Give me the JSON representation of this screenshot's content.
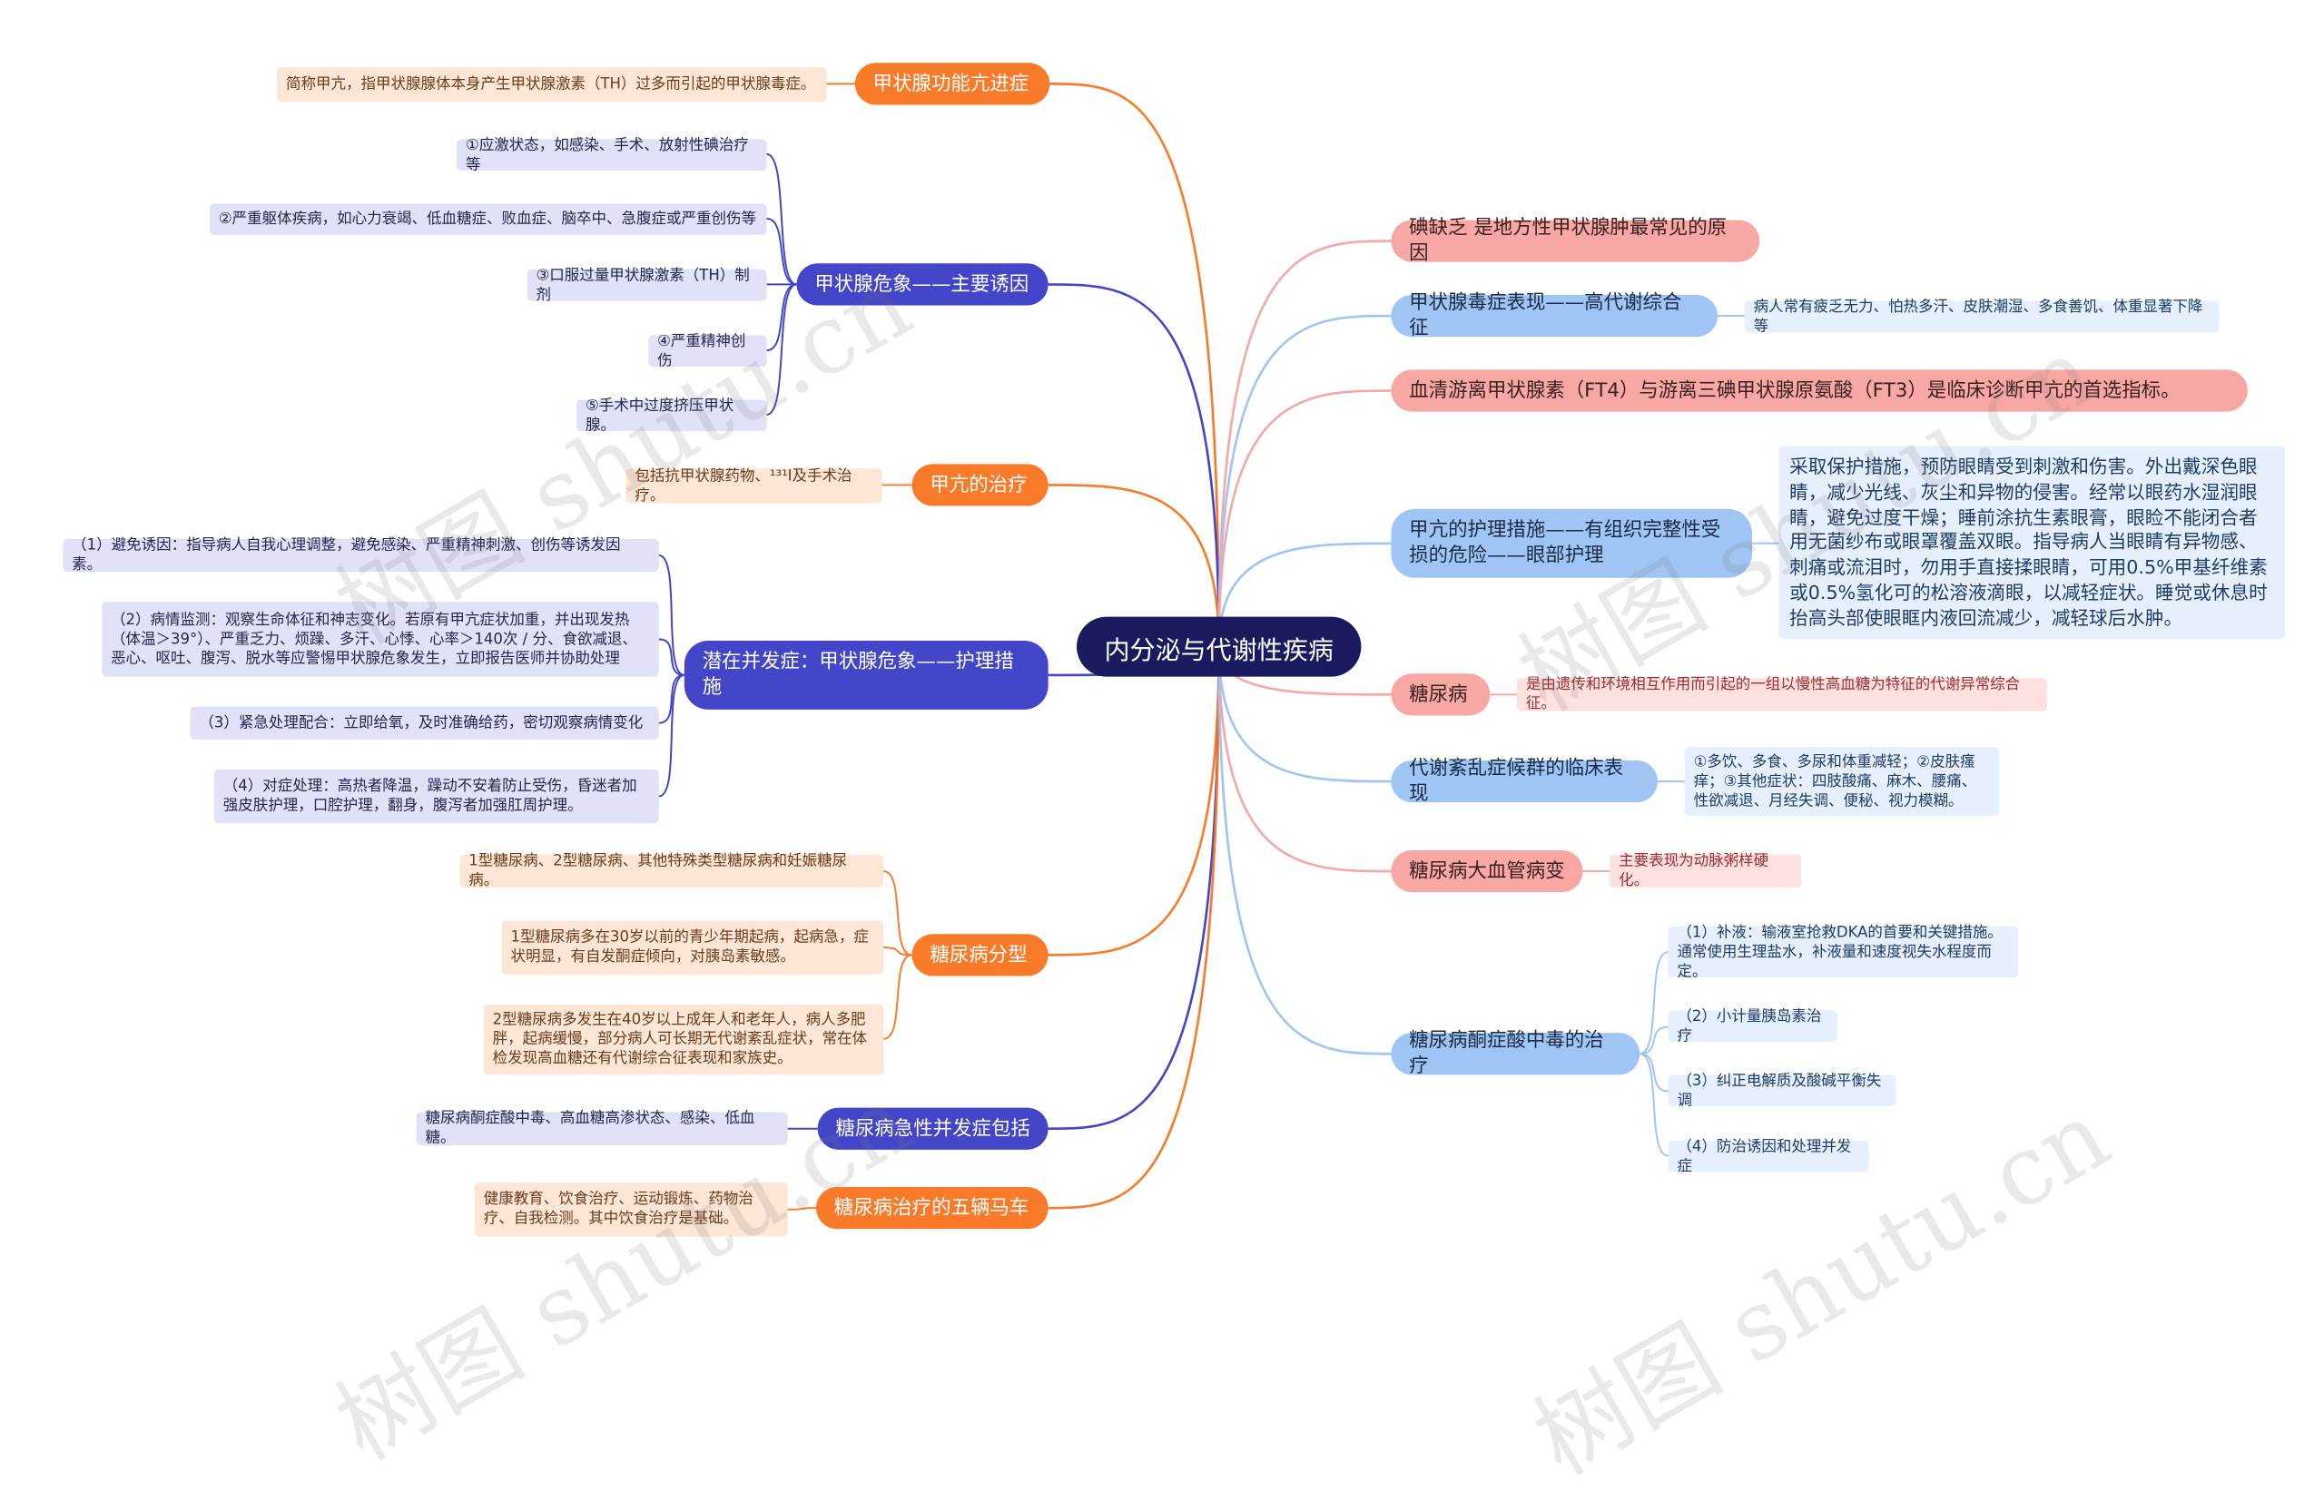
{
  "root": "内分泌与代谢性疾病",
  "left": {
    "hyper": {
      "title": "甲状腺功能亢进症",
      "details": [
        "简称甲亢，指甲状腺腺体本身产生甲状腺激素（TH）过多而引起的甲状腺毒症。"
      ]
    },
    "crisis_cause": {
      "title": "甲状腺危象——主要诱因",
      "details": [
        "①应激状态，如感染、手术、放射性碘治疗等",
        "②严重躯体疾病，如心力衰竭、低血糖症、败血症、脑卒中、急腹症或严重创伤等",
        "③口服过量甲状腺激素（TH）制剂",
        "④严重精神创伤",
        "⑤手术中过度挤压甲状腺。"
      ]
    },
    "treatment": {
      "title": "甲亢的治疗",
      "details": [
        "包括抗甲状腺药物、¹³¹I及手术治疗。"
      ]
    },
    "complication": {
      "title": "潜在并发症：甲状腺危象——护理措施",
      "details": [
        "（1）避免诱因：指导病人自我心理调整，避免感染、严重精神刺激、创伤等诱发因素。",
        "（2）病情监测：观察生命体征和神志变化。若原有甲亢症状加重，并出现发热（体温＞39°）、严重乏力、烦躁、多汗、心悸、心率＞140次 / 分、食欲减退、恶心、呕吐、腹泻、脱水等应警惕甲状腺危象发生，立即报告医师并协助处理",
        "（3）紧急处理配合：立即给氧，及时准确给药，密切观察病情变化",
        "（4）对症处理：高热者降温，躁动不安着防止受伤，昏迷者加强皮肤护理，口腔护理，翻身，腹泻者加强肛周护理。"
      ]
    },
    "dm_types": {
      "title": "糖尿病分型",
      "details": [
        "1型糖尿病、2型糖尿病、其他特殊类型糖尿病和妊娠糖尿病。",
        "1型糖尿病多在30岁以前的青少年期起病，起病急，症状明显，有自发酮症倾向，对胰岛素敏感。",
        "2型糖尿病多发生在40岁以上成年人和老年人，病人多肥胖，起病缓慢，部分病人可长期无代谢紊乱症状，常在体检发现高血糖还有代谢综合征表现和家族史。"
      ]
    },
    "dm_acute": {
      "title": "糖尿病急性并发症包括",
      "details": [
        "糖尿病酮症酸中毒、高血糖高渗状态、感染、低血糖。"
      ]
    },
    "dm_five": {
      "title": "糖尿病治疗的五辆马车",
      "details": [
        "健康教育、饮食治疗、运动锻炼、药物治疗、自我检测。其中饮食治疗是基础。"
      ]
    }
  },
  "right": {
    "iodine": {
      "title": "碘缺乏 是地方性甲状腺肿最常见的原因"
    },
    "toxic": {
      "title": "甲状腺毒症表现——高代谢综合征",
      "details": [
        "病人常有疲乏无力、怕热多汗、皮肤潮湿、多食善饥、体重显著下降等"
      ]
    },
    "ft4": {
      "title": "血清游离甲状腺素（FT4）与游离三碘甲状腺原氨酸（FT3）是临床诊断甲亢的首选指标。"
    },
    "eye": {
      "title": "甲亢的护理措施——有组织完整性受损的危险——眼部护理",
      "details": [
        "采取保护措施，预防眼睛受到刺激和伤害。外出戴深色眼睛，减少光线、灰尘和异物的侵害。经常以眼药水湿润眼睛，避免过度干燥；睡前涂抗生素眼膏，眼睑不能闭合者用无菌纱布或眼罩覆盖双眼。指导病人当眼睛有异物感、刺痛或流泪时，勿用手直接揉眼睛，可用0.5%甲基纤维素或0.5%氢化可的松溶液滴眼，以减轻症状。睡觉或休息时抬高头部使眼眶内液回流减少，减轻球后水肿。"
      ]
    },
    "dm": {
      "title": "糖尿病",
      "details": [
        "是由遗传和环境相互作用而引起的一组以慢性高血糖为特征的代谢异常综合征。"
      ]
    },
    "metabolic": {
      "title": "代谢紊乱症候群的临床表现",
      "details": [
        "①多饮、多食、多尿和体重减轻；②皮肤瘙痒；③其他症状：四肢酸痛、麻木、腰痛、性欲减退、月经失调、便秘、视力模糊。"
      ]
    },
    "macro": {
      "title": "糖尿病大血管病变",
      "details": [
        "主要表现为动脉粥样硬化。"
      ]
    },
    "dka": {
      "title": "糖尿病酮症酸中毒的治疗",
      "details": [
        "（1）补液：输液室抢救DKA的首要和关键措施。通常使用生理盐水，补液量和速度视失水程度而定。",
        "（2）小计量胰岛素治疗",
        "（3）纠正电解质及酸碱平衡失调",
        "（4）防治诱因和处理并发症"
      ]
    }
  },
  "watermark": "树图 shutu.cn",
  "colors": {
    "root": "#1a1b5e",
    "orange": "#f97b2a",
    "navy": "#4346c9",
    "pink": "#f8a8a4",
    "blue": "#9ec5f3"
  }
}
